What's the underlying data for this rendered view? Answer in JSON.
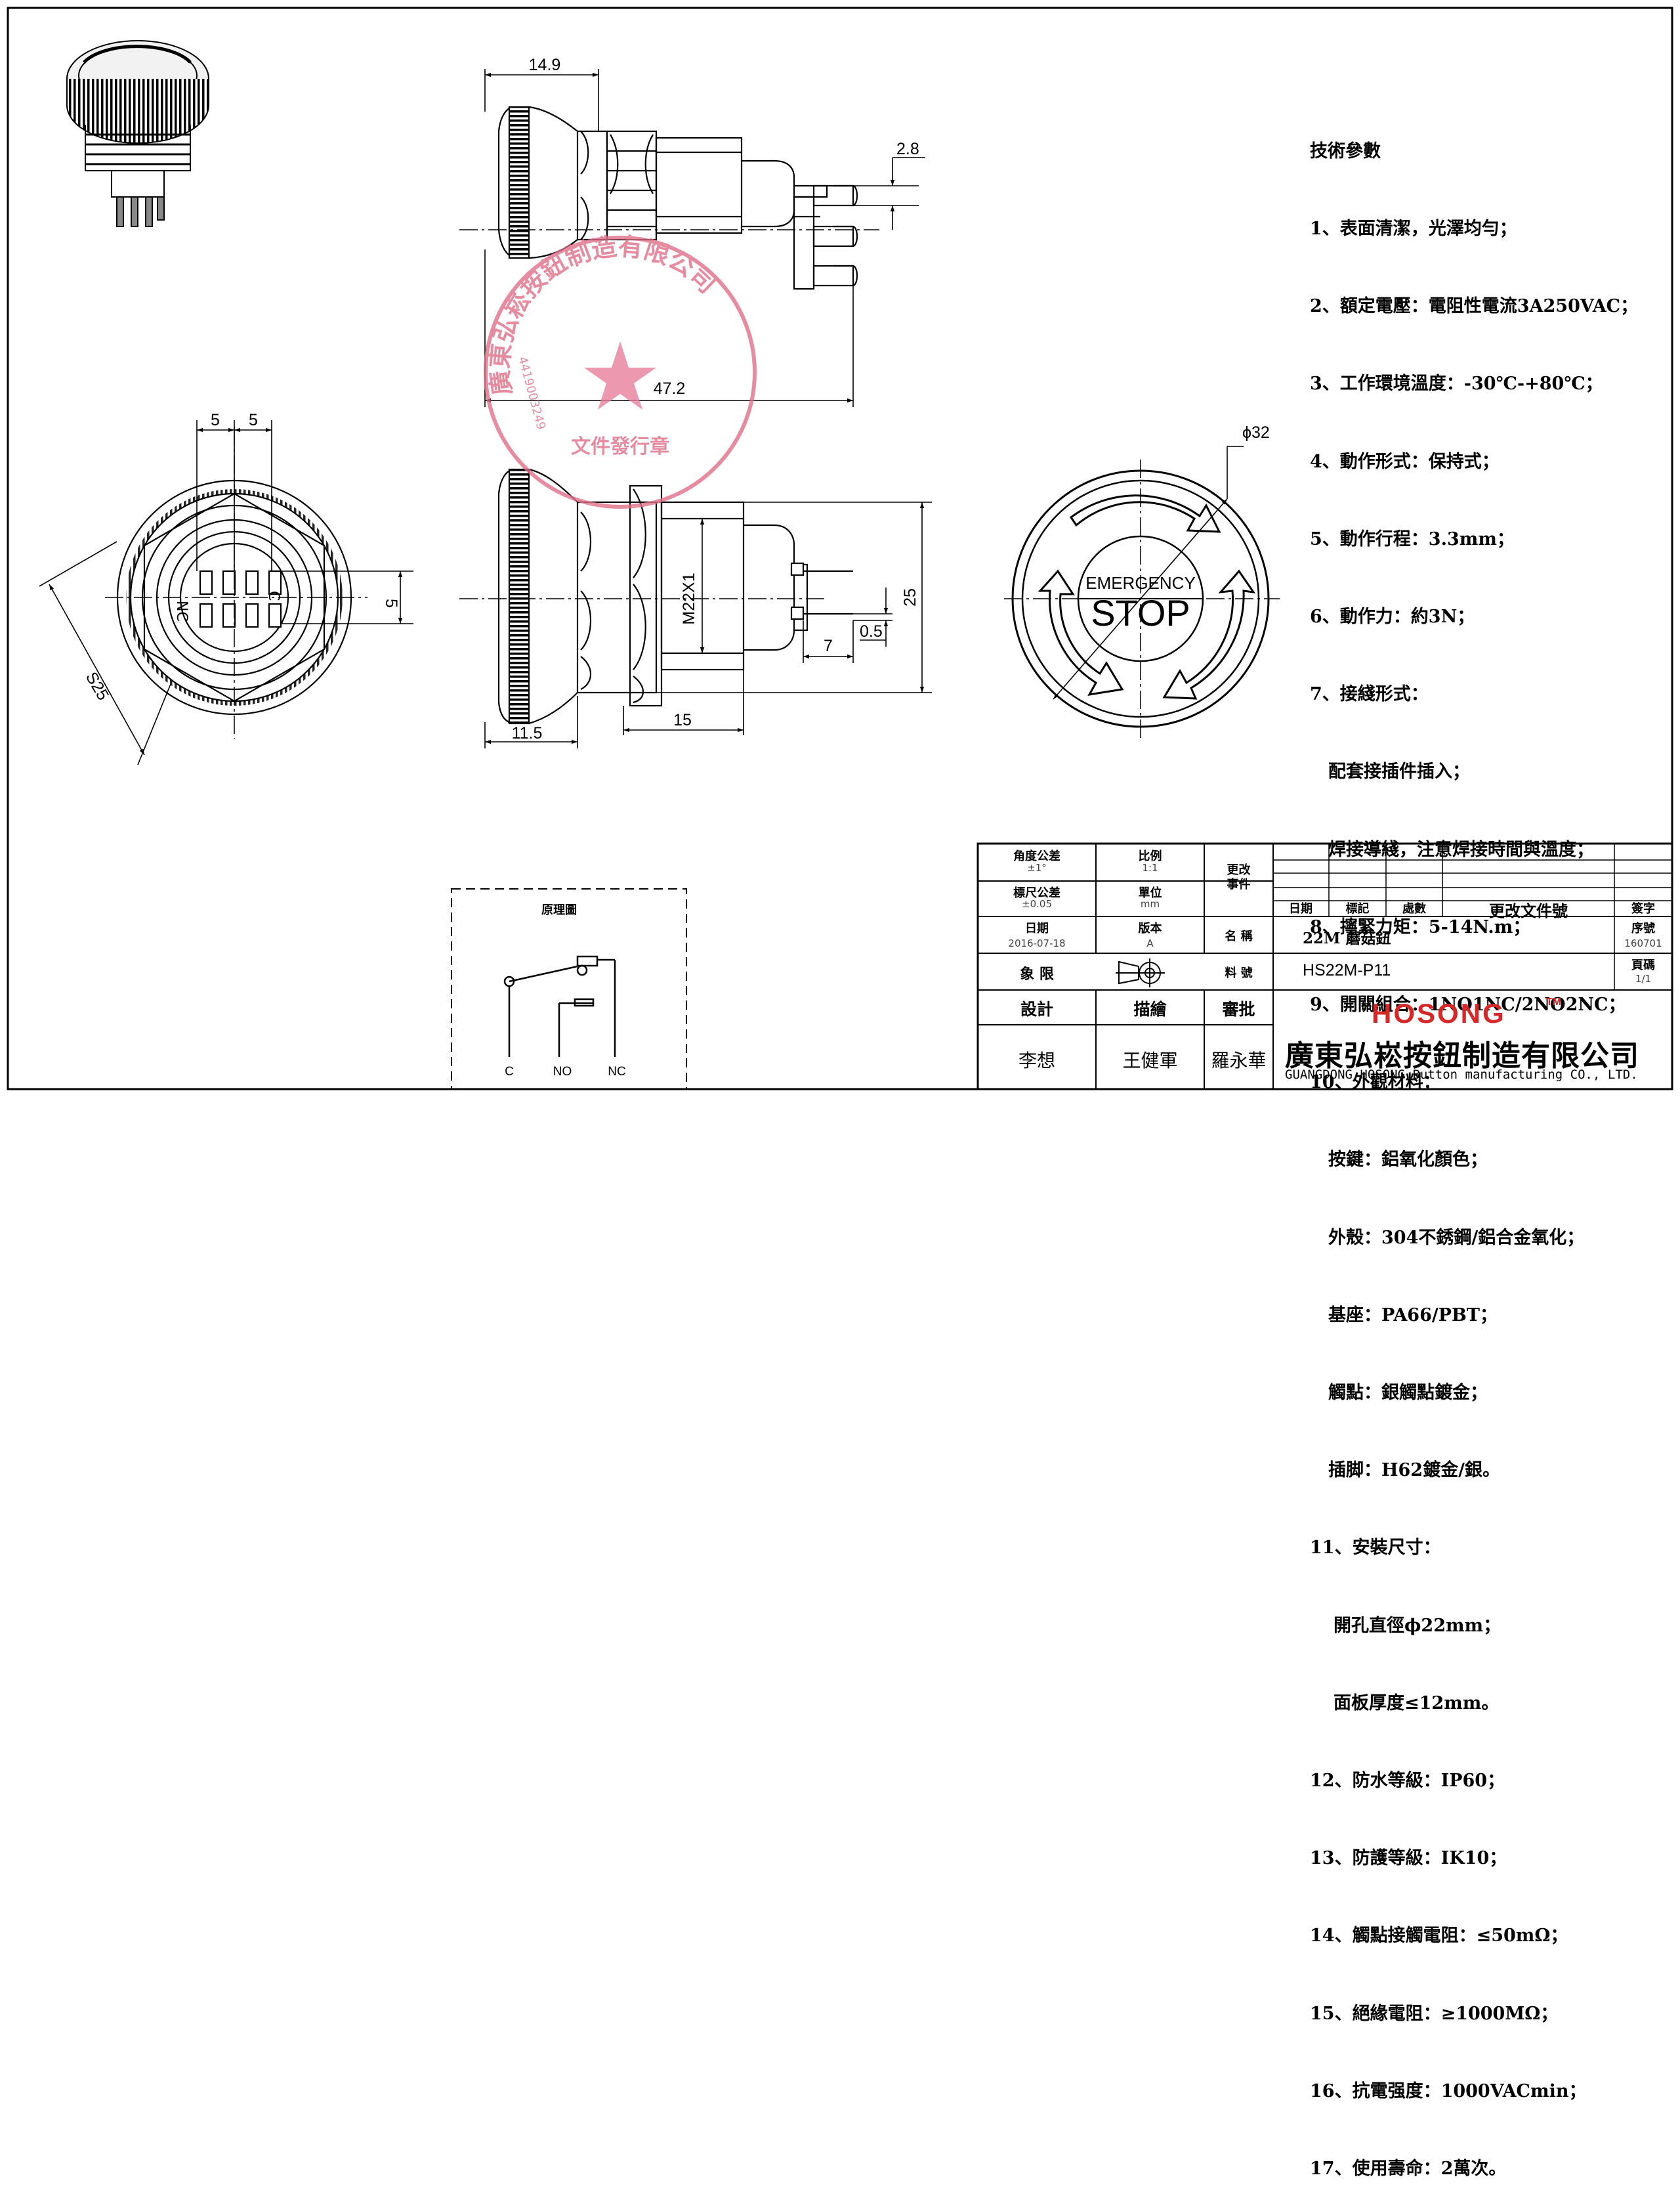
{
  "dimensions": {
    "top_width": "14.9",
    "pin_spacing": "2.8",
    "overall_length": "47.2",
    "spacing_a": "5",
    "spacing_b": "5",
    "spacing_side": "5",
    "hex_size": "S25",
    "thread": "M22X1",
    "height": "25",
    "pin_thickness": "0.5",
    "pin_length": "7",
    "head_thickness": "11.5",
    "body_length": "15",
    "button_diameter": "ϕ32"
  },
  "button_face": {
    "line1": "EMERGENCY",
    "line2": "STOP"
  },
  "terminal_marks": [
    "NC",
    "C"
  ],
  "stamp_text": "廣東弘崧按鈕制造有限公司",
  "stamp_sub": "文件發行章",
  "stamp_code": "4419003249",
  "specs": {
    "heading": "技術參數",
    "items": [
      "1、表面清潔，光澤均勻；",
      "2、額定電壓：電阻性電流3A250VAC；",
      "3、工作環境溫度：-30℃-+80℃；",
      "4、動作形式：保持式；",
      "5、動作行程：3.3mm；",
      "6、動作力：約3N；",
      "7、接綫形式：",
      "配套接插件插入；",
      "焊接導綫，注意焊接時間與溫度；",
      "8、擰緊力矩：5-14N.m；",
      "9、開關組合：1NO1NC/2NO2NC；",
      "10、外觀材料：",
      "按鍵：鋁氧化顏色；",
      "外殼：304不銹鋼/鋁合金氧化；",
      "基座：PA66/PBT；",
      "觸點：銀觸點鍍金；",
      "插脚：H62鍍金/銀。",
      "11、安裝尺寸：",
      "開孔直徑ϕ22mm；",
      "面板厚度≤12mm。",
      "12、防水等級：IP60；",
      "13、防護等級：IK10；",
      "14、觸點接觸電阻：≤50mΩ；",
      "15、絕緣電阻：≥1000MΩ；",
      "16、抗電强度：1000VACmin；",
      "17、使用壽命：2萬次。"
    ]
  },
  "schematic": {
    "title": "原理圖",
    "labels": [
      "C",
      "NO",
      "NC"
    ]
  },
  "title_block": {
    "angle_tol_label": "角度公差",
    "angle_tol_value": "±1°",
    "scale_label": "比例",
    "scale_value": "1:1",
    "change_label": "更改事件",
    "dim_tol_label": "標尺公差",
    "dim_tol_value": "±0.05",
    "unit_label": "單位",
    "unit_value": "mm",
    "date_label": "日期",
    "date_value": "2016-07-18",
    "version_label": "版本",
    "version_value": "A",
    "name_label": "名 稱",
    "name_value": "22M 蘑菇鈕",
    "projection_label": "象  限",
    "part_label": "料 號",
    "part_value": "HS22M-P11",
    "rev_headers": [
      "日期",
      "標記",
      "處數",
      "更改文件號",
      "簽字"
    ],
    "serial_label": "序號",
    "serial_value": "160701",
    "page_label": "頁碼",
    "page_value": "1/1",
    "design_label": "設計",
    "draw_label": "描繪",
    "approve_label": "審批",
    "designer": "李想",
    "drafter": "王健軍",
    "approver": "羅永華",
    "brand": "HOSONG",
    "tm": "TM",
    "company_cn": "廣東弘崧按鈕制造有限公司",
    "company_en": "GUANGDONG HOSONG Button manufacturing CO., LTD."
  }
}
